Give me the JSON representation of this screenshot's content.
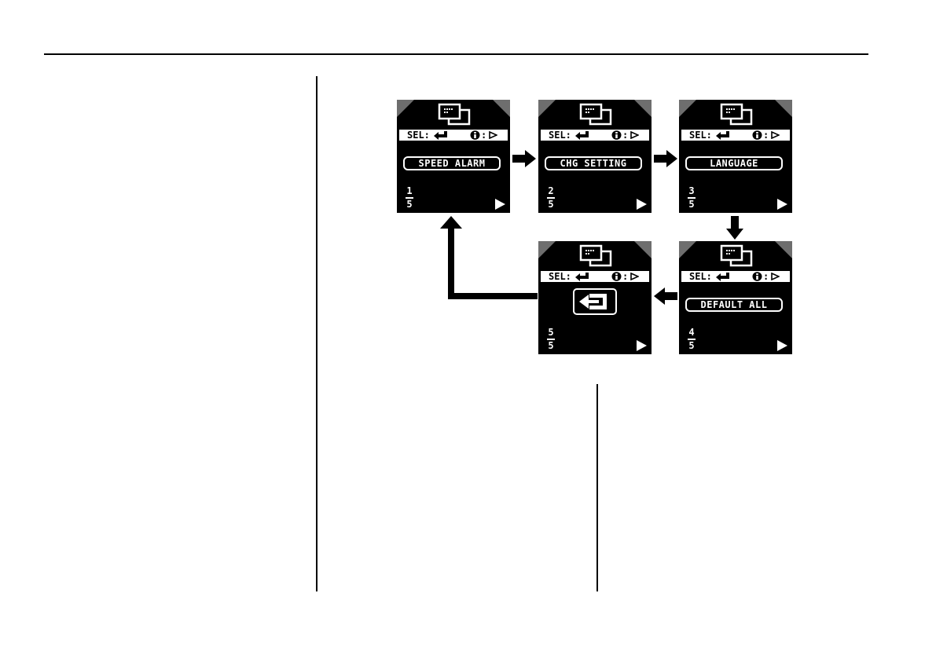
{
  "status": {
    "sel_label": "SEL:",
    "info_colon": ":"
  },
  "screens": [
    {
      "label": "SPEED ALARM",
      "index": "1",
      "total": "5"
    },
    {
      "label": "CHG SETTING",
      "index": "2",
      "total": "5"
    },
    {
      "label": "LANGUAGE",
      "index": "3",
      "total": "5"
    },
    {
      "label": "DEFAULT ALL",
      "index": "4",
      "total": "5"
    },
    {
      "label": "",
      "index": "5",
      "total": "5",
      "icon": "back-icon"
    }
  ],
  "icons": {
    "window": "window-stack-icon",
    "enter": "enter-icon",
    "info": "info-icon",
    "next": "play-icon"
  },
  "colors": {
    "screen_bg": "#000000",
    "corner": "#6e6e6e",
    "text": "#ffffff"
  }
}
